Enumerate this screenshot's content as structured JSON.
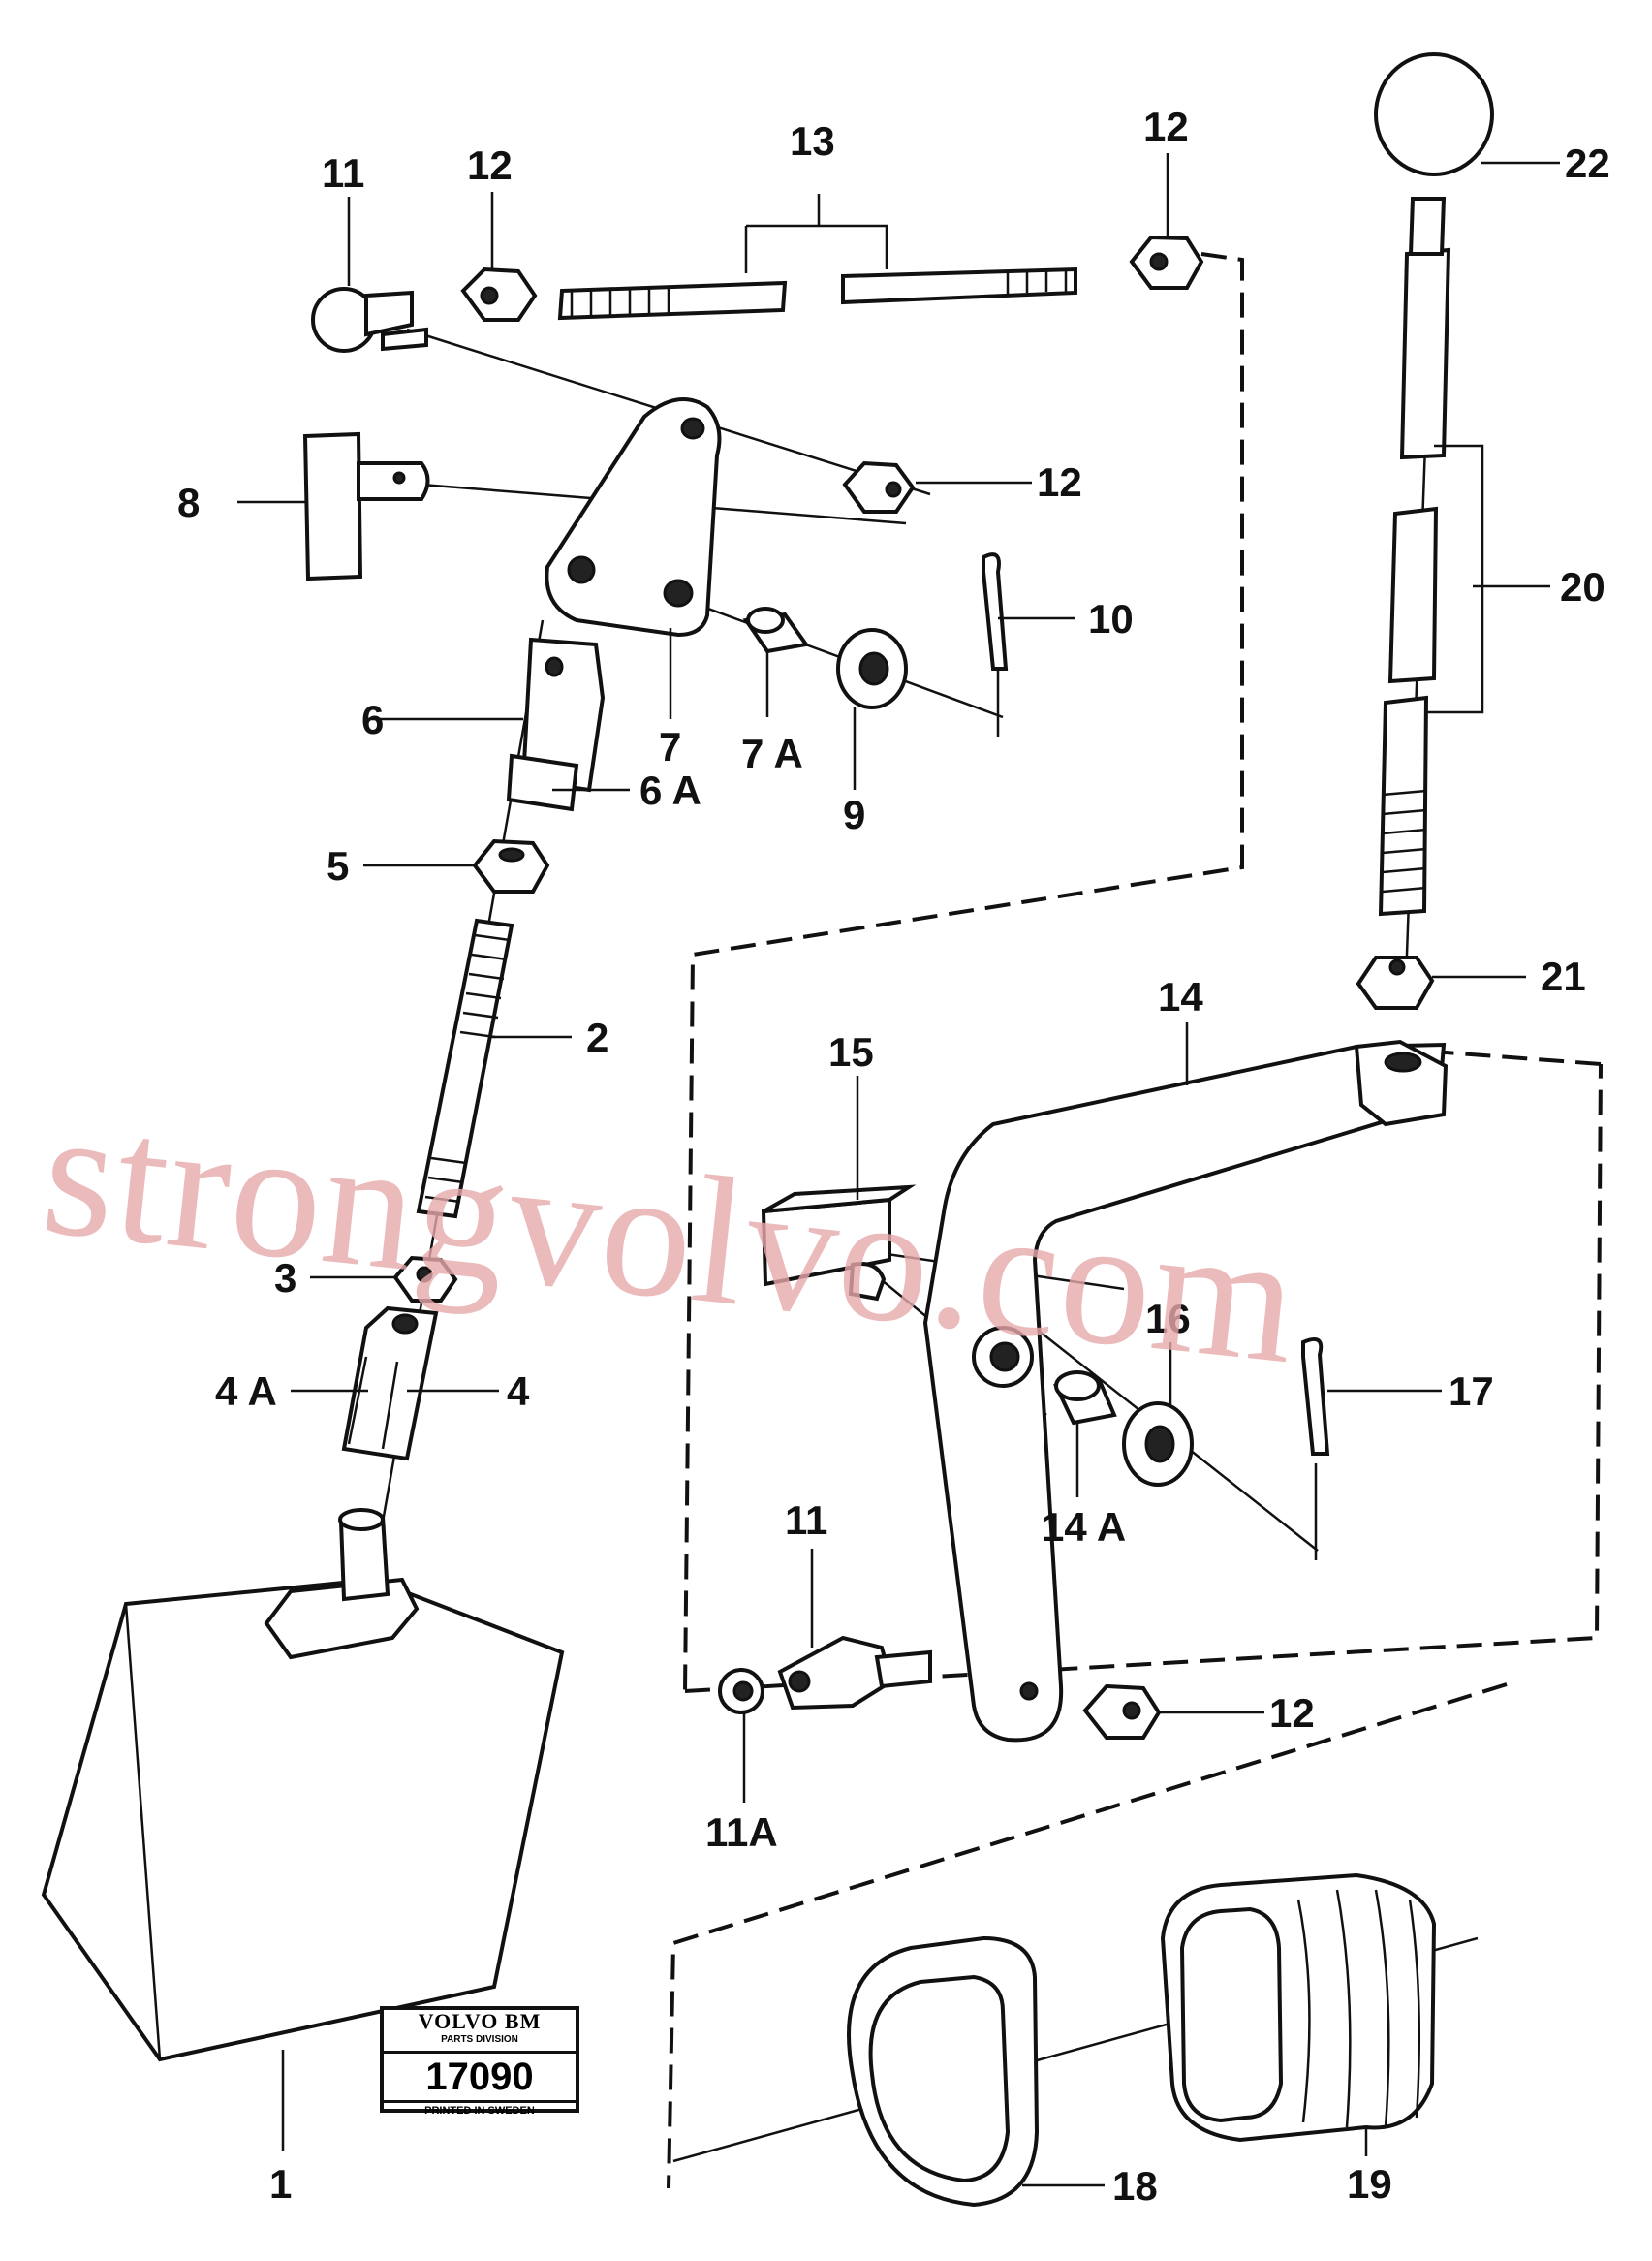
{
  "labels": {
    "p1": "1",
    "p2": "2",
    "p3": "3",
    "p4": "4",
    "p4a": "4 A",
    "p5": "5",
    "p6": "6",
    "p6a": "6 A",
    "p7": "7",
    "p7a": "7 A",
    "p8": "8",
    "p9": "9",
    "p10": "10",
    "p11_top": "11",
    "p11_bottom": "11",
    "p11a": "11A",
    "p12_a": "12",
    "p12_b": "12",
    "p12_c": "12",
    "p12_d": "12",
    "p13": "13",
    "p14": "14",
    "p14a": "14 A",
    "p15": "15",
    "p16": "16",
    "p17": "17",
    "p18": "18",
    "p19": "19",
    "p20": "20",
    "p21": "21",
    "p22": "22"
  },
  "watermark": "strongvolvo.com",
  "stamp": {
    "brand": "VOLVO BM",
    "division": "PARTS DIVISION",
    "number": "17090",
    "footer": "PRINTED IN SWEDEN"
  }
}
